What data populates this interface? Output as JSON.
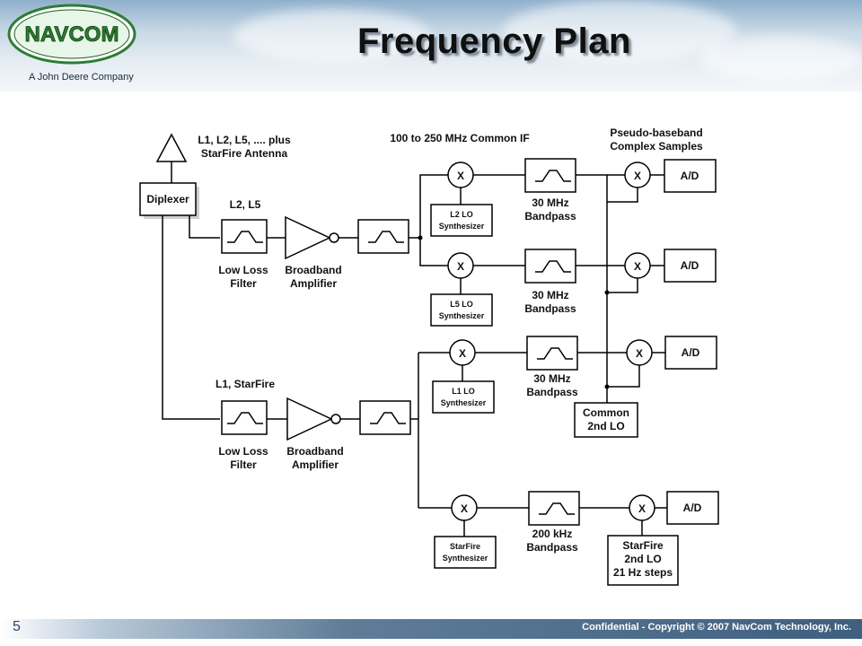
{
  "header": {
    "title": "Frequency Plan",
    "logo_text": "NAVCOM",
    "logo_subtitle": "A John Deere Company"
  },
  "footer": {
    "slide_number": "5",
    "copyright": "Confidential - Copyright © 2007 NavCom Technology, Inc."
  },
  "diagram": {
    "antenna_label_1": "L1, L2, L5, .... plus",
    "antenna_label_2": "StarFire Antenna",
    "diplexer": "Diplexer",
    "common_if": "100 to 250 MHz Common IF",
    "baseband_1": "Pseudo-baseband",
    "baseband_2": "Complex Samples",
    "path_top_label": "L2, L5",
    "path_bottom_label": "L1, StarFire",
    "low_loss_1": "Low Loss",
    "low_loss_2": "Filter",
    "broadband_1": "Broadband",
    "broadband_2": "Amplifier",
    "mixer": "X",
    "ad": "A/D",
    "bandpass": "Bandpass",
    "bw_30": "30 MHz",
    "bw_200k": "200 kHz",
    "synth": "Synthesizer",
    "lo_l2": "L2 LO",
    "lo_l5": "L5 LO",
    "lo_l1": "L1 LO",
    "lo_starfire": "StarFire",
    "common_lo_1": "Common",
    "common_lo_2": "2nd LO",
    "sf_lo_1": "StarFire",
    "sf_lo_2": "2nd LO",
    "sf_lo_3": "21 Hz steps"
  }
}
